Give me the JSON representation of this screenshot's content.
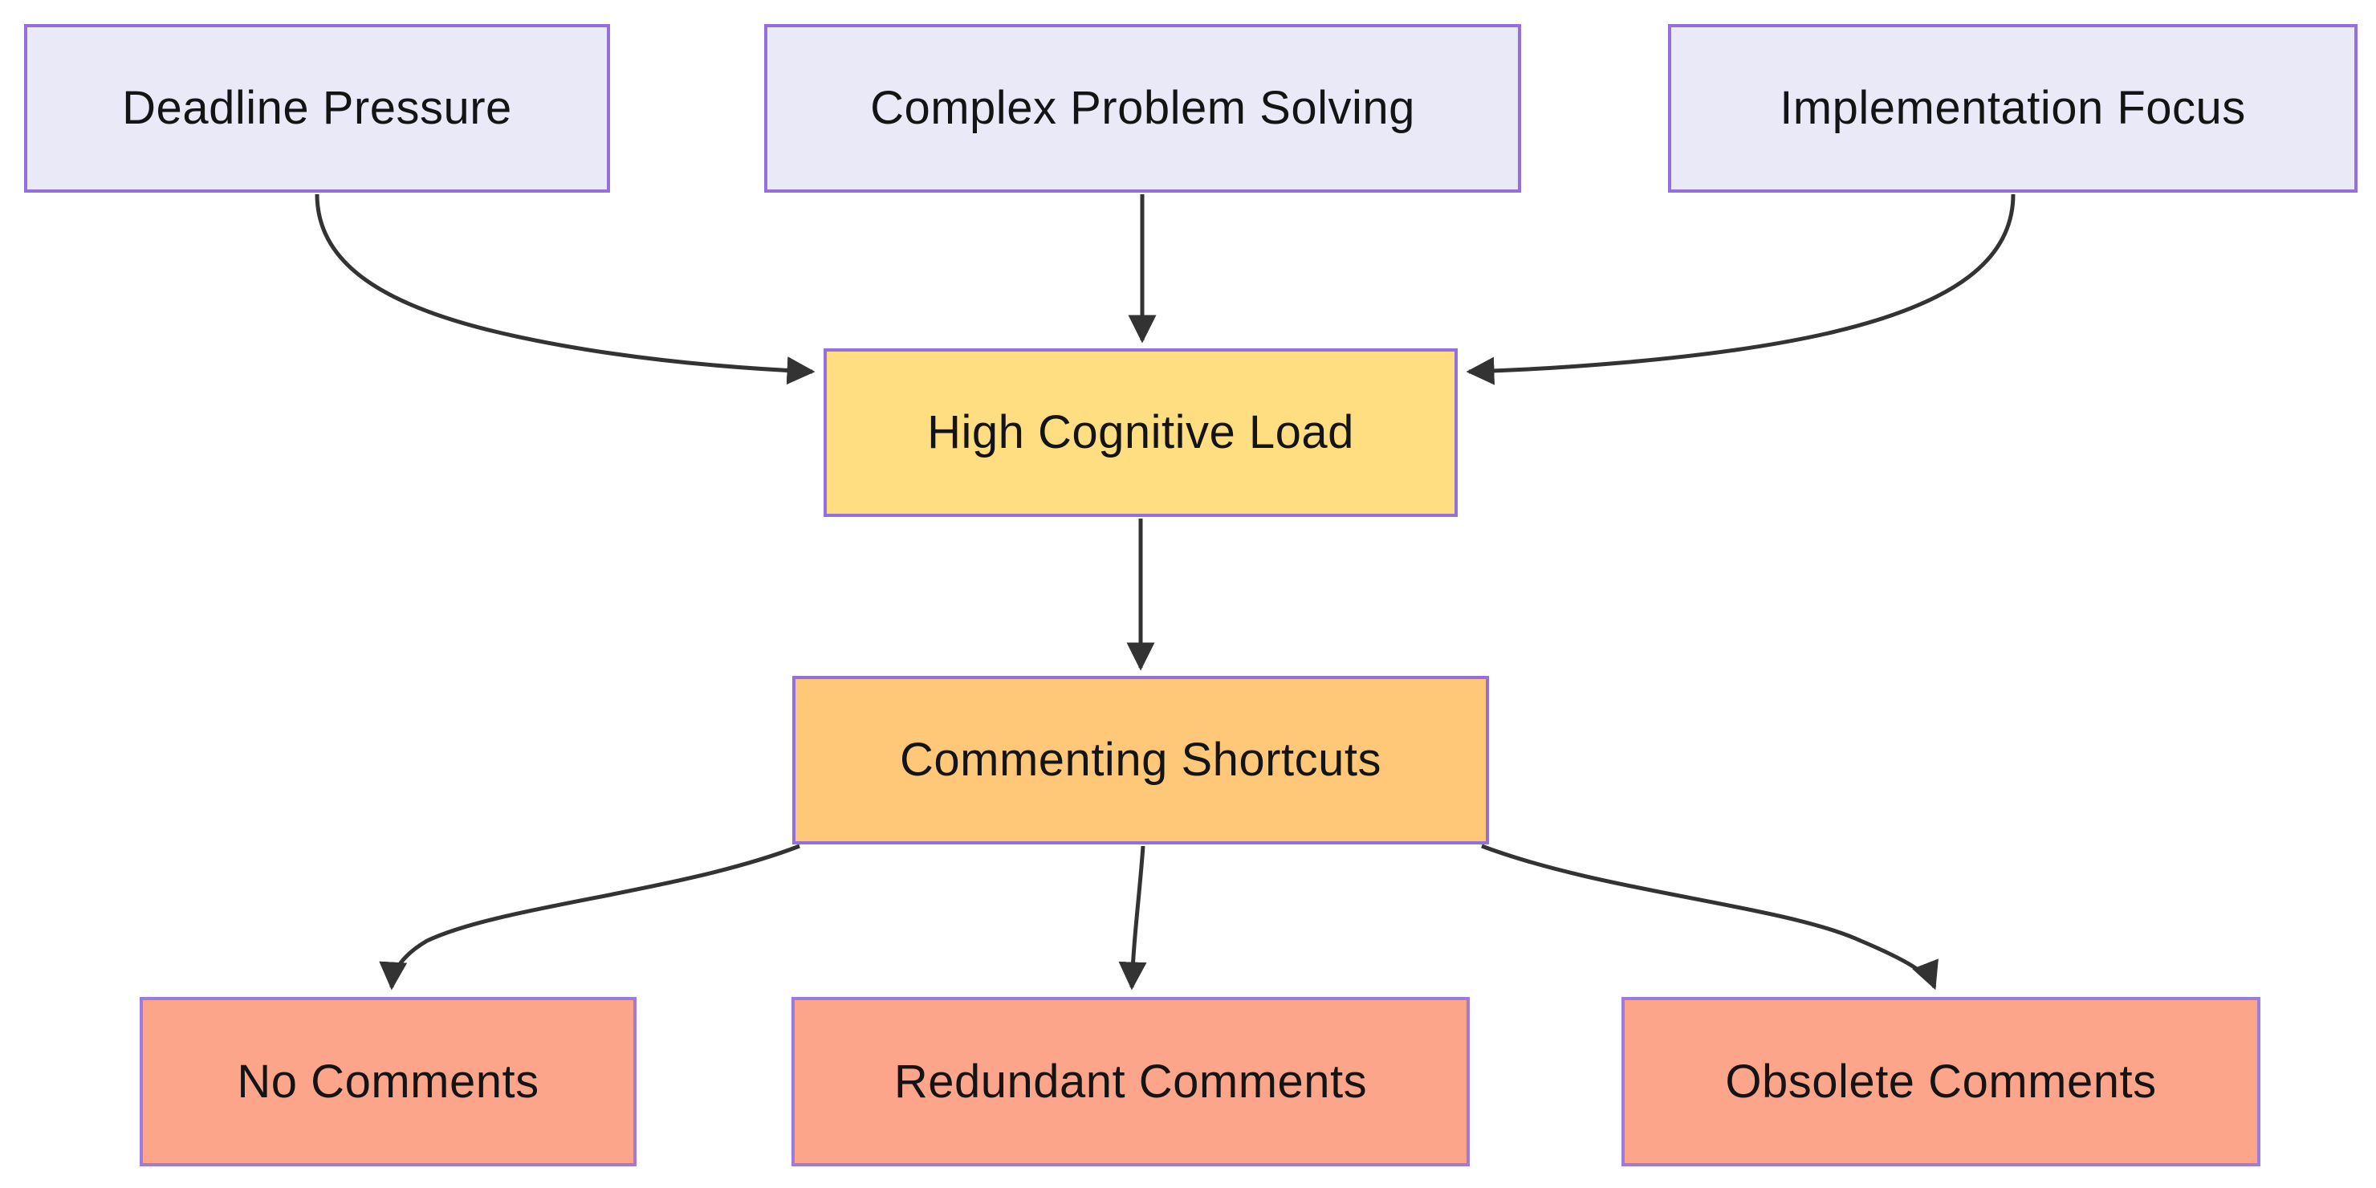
{
  "diagram": {
    "type": "flowchart",
    "direction": "top-down",
    "background_color": "#FFFFFF",
    "edge_color": "#333333",
    "node_border_color": "#9370DB",
    "text_color": "#141414",
    "nodes": {
      "deadline": {
        "label": "Deadline Pressure",
        "fill": "#E9E9F8",
        "tier": "cause"
      },
      "complex": {
        "label": "Complex Problem Solving",
        "fill": "#E9E9F8",
        "tier": "cause"
      },
      "implementation": {
        "label": "Implementation Focus",
        "fill": "#E9E9F8",
        "tier": "cause"
      },
      "cognitive": {
        "label": "High Cognitive Load",
        "fill": "#FFDE82",
        "tier": "load"
      },
      "shortcuts": {
        "label": "Commenting Shortcuts",
        "fill": "#FFC878",
        "tier": "action"
      },
      "none": {
        "label": "No Comments",
        "fill": "#FDA58B",
        "tier": "outcome"
      },
      "redundant": {
        "label": "Redundant Comments",
        "fill": "#FDA58B",
        "tier": "outcome"
      },
      "obsolete": {
        "label": "Obsolete Comments",
        "fill": "#FDA58B",
        "tier": "outcome"
      }
    },
    "edges": [
      {
        "from": "Deadline Pressure",
        "to": "High Cognitive Load"
      },
      {
        "from": "Complex Problem Solving",
        "to": "High Cognitive Load"
      },
      {
        "from": "Implementation Focus",
        "to": "High Cognitive Load"
      },
      {
        "from": "High Cognitive Load",
        "to": "Commenting Shortcuts"
      },
      {
        "from": "Commenting Shortcuts",
        "to": "No Comments"
      },
      {
        "from": "Commenting Shortcuts",
        "to": "Redundant Comments"
      },
      {
        "from": "Commenting Shortcuts",
        "to": "Obsolete Comments"
      }
    ]
  }
}
